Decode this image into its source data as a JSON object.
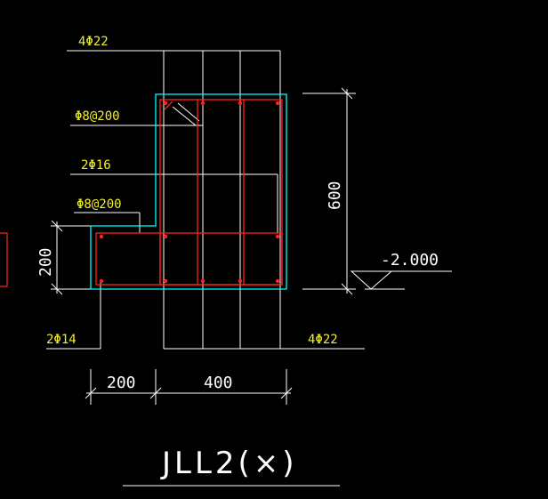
{
  "drawing": {
    "title": "JLL2(×)",
    "rebar_labels": {
      "top_main": "4Φ22",
      "stirrup_1": "Φ8@200",
      "side_bars": "2Φ16",
      "stirrup_2": "Φ8@200",
      "flange_bars": "2Φ14",
      "bottom_main": "4Φ22"
    },
    "dimensions": {
      "height": "600",
      "flange_height": "200",
      "flange_width": "200",
      "beam_width": "400"
    },
    "elevation": "-2.000",
    "colors": {
      "background": "#000000",
      "outline": "#00ffff",
      "rebar": "#ff2020",
      "leader": "#ffffff",
      "label": "#f2ef2a"
    }
  }
}
